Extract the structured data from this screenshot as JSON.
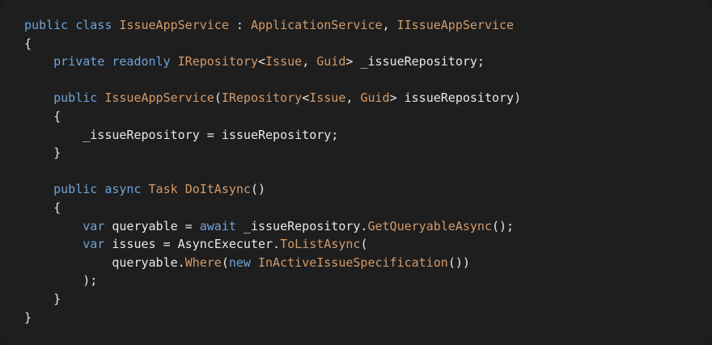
{
  "colors": {
    "background": "#1e1e1e",
    "keyword": "#6fa3d8",
    "type": "#d39a6a",
    "plain": "#e8e8e8"
  },
  "code_lines": [
    [
      [
        "kw",
        "public"
      ],
      [
        "plain",
        " "
      ],
      [
        "kw",
        "class"
      ],
      [
        "plain",
        " "
      ],
      [
        "type",
        "IssueAppService"
      ],
      [
        "plain",
        " : "
      ],
      [
        "type",
        "ApplicationService"
      ],
      [
        "plain",
        ", "
      ],
      [
        "type",
        "IIssueAppService"
      ]
    ],
    [
      [
        "plain",
        "{"
      ]
    ],
    [
      [
        "plain",
        "    "
      ],
      [
        "kw",
        "private"
      ],
      [
        "plain",
        " "
      ],
      [
        "kw",
        "readonly"
      ],
      [
        "plain",
        " "
      ],
      [
        "type",
        "IRepository"
      ],
      [
        "plain",
        "<"
      ],
      [
        "type",
        "Issue"
      ],
      [
        "plain",
        ", "
      ],
      [
        "type",
        "Guid"
      ],
      [
        "plain",
        "> _issueRepository;"
      ]
    ],
    [],
    [
      [
        "plain",
        "    "
      ],
      [
        "kw",
        "public"
      ],
      [
        "plain",
        " "
      ],
      [
        "type",
        "IssueAppService"
      ],
      [
        "plain",
        "("
      ],
      [
        "type",
        "IRepository"
      ],
      [
        "plain",
        "<"
      ],
      [
        "type",
        "Issue"
      ],
      [
        "plain",
        ", "
      ],
      [
        "type",
        "Guid"
      ],
      [
        "plain",
        "> issueRepository)"
      ]
    ],
    [
      [
        "plain",
        "    {"
      ]
    ],
    [
      [
        "plain",
        "        _issueRepository = issueRepository;"
      ]
    ],
    [
      [
        "plain",
        "    }"
      ]
    ],
    [],
    [
      [
        "plain",
        "    "
      ],
      [
        "kw",
        "public"
      ],
      [
        "plain",
        " "
      ],
      [
        "kw",
        "async"
      ],
      [
        "plain",
        " "
      ],
      [
        "type",
        "Task"
      ],
      [
        "plain",
        " "
      ],
      [
        "type",
        "DoItAsync"
      ],
      [
        "plain",
        "()"
      ]
    ],
    [
      [
        "plain",
        "    {"
      ]
    ],
    [
      [
        "plain",
        "        "
      ],
      [
        "kw",
        "var"
      ],
      [
        "plain",
        " queryable = "
      ],
      [
        "kw",
        "await"
      ],
      [
        "plain",
        " _issueRepository."
      ],
      [
        "type",
        "GetQueryableAsync"
      ],
      [
        "plain",
        "();"
      ]
    ],
    [
      [
        "plain",
        "        "
      ],
      [
        "kw",
        "var"
      ],
      [
        "plain",
        " issues = AsyncExecuter."
      ],
      [
        "type",
        "ToListAsync"
      ],
      [
        "plain",
        "("
      ]
    ],
    [
      [
        "plain",
        "            queryable."
      ],
      [
        "type",
        "Where"
      ],
      [
        "plain",
        "("
      ],
      [
        "kw",
        "new"
      ],
      [
        "plain",
        " "
      ],
      [
        "type",
        "InActiveIssueSpecification"
      ],
      [
        "plain",
        "())"
      ]
    ],
    [
      [
        "plain",
        "        );"
      ]
    ],
    [
      [
        "plain",
        "    }"
      ]
    ],
    [
      [
        "plain",
        "}"
      ]
    ]
  ]
}
